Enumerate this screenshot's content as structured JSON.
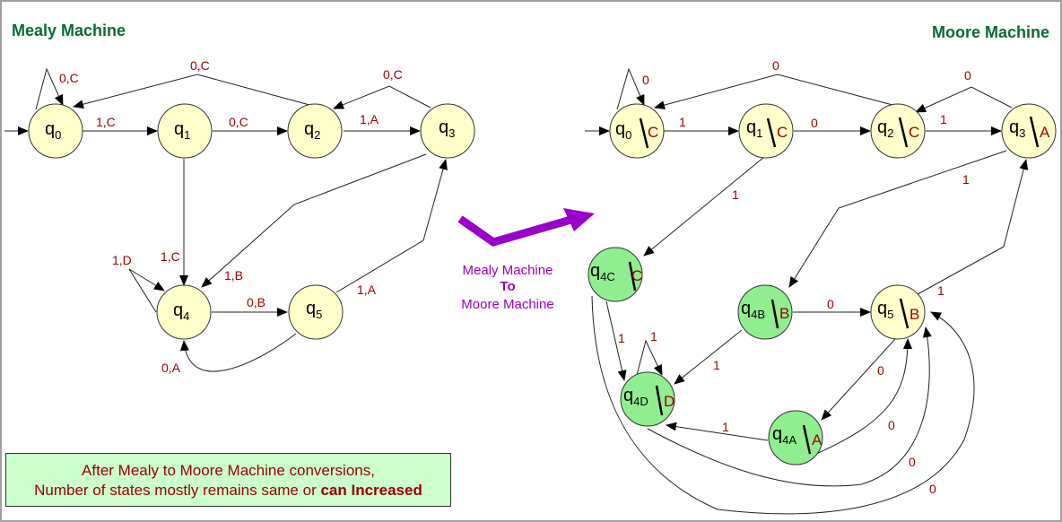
{
  "titles": {
    "mealy": "Mealy Machine",
    "moore": "Moore Machine"
  },
  "colors": {
    "title": "#0b6a33",
    "label": "#a00000",
    "state_fill": "#ffffcc",
    "new_state_fill": "#90ee90",
    "arrow": "#9900cc",
    "note_bg": "#ccffcc",
    "note_text": "#990000"
  },
  "mealy": {
    "states": [
      "q0",
      "q1",
      "q2",
      "q3",
      "q4",
      "q5"
    ],
    "initial": "q0",
    "transitions": [
      {
        "from": "q0",
        "to": "q0",
        "label": "0,C"
      },
      {
        "from": "q0",
        "to": "q1",
        "label": "1,C"
      },
      {
        "from": "q1",
        "to": "q2",
        "label": "0,C"
      },
      {
        "from": "q1",
        "to": "q4",
        "label": "1,C"
      },
      {
        "from": "q2",
        "to": "q0",
        "label": "0,C"
      },
      {
        "from": "q2",
        "to": "q3",
        "label": "1,A"
      },
      {
        "from": "q3",
        "to": "q2",
        "label": "0,C"
      },
      {
        "from": "q3",
        "to": "q4",
        "label": "1,B"
      },
      {
        "from": "q4",
        "to": "q4",
        "label": "1,D"
      },
      {
        "from": "q4",
        "to": "q5",
        "label": "0,B"
      },
      {
        "from": "q5",
        "to": "q4",
        "label": "0,A"
      },
      {
        "from": "q5",
        "to": "q3",
        "label": "1,A"
      }
    ]
  },
  "moore": {
    "states": [
      {
        "name": "q0",
        "output": "C",
        "new": false
      },
      {
        "name": "q1",
        "output": "C",
        "new": false
      },
      {
        "name": "q2",
        "output": "C",
        "new": false
      },
      {
        "name": "q3",
        "output": "A",
        "new": false
      },
      {
        "name": "q4C",
        "output": "C",
        "new": true
      },
      {
        "name": "q4B",
        "output": "B",
        "new": true
      },
      {
        "name": "q5",
        "output": "B",
        "new": false
      },
      {
        "name": "q4D",
        "output": "D",
        "new": true
      },
      {
        "name": "q4A",
        "output": "A",
        "new": true
      }
    ],
    "initial": "q0",
    "transitions": [
      {
        "from": "q0",
        "to": "q0",
        "label": "0"
      },
      {
        "from": "q0",
        "to": "q1",
        "label": "1"
      },
      {
        "from": "q1",
        "to": "q2",
        "label": "0"
      },
      {
        "from": "q1",
        "to": "q4C",
        "label": "1"
      },
      {
        "from": "q2",
        "to": "q0",
        "label": "0"
      },
      {
        "from": "q2",
        "to": "q3",
        "label": "1"
      },
      {
        "from": "q3",
        "to": "q2",
        "label": "0"
      },
      {
        "from": "q3",
        "to": "q4B",
        "label": "1"
      },
      {
        "from": "q4C",
        "to": "q4D",
        "label": "1"
      },
      {
        "from": "q4D",
        "to": "q4D",
        "label": "1"
      },
      {
        "from": "q4B",
        "to": "q4D",
        "label": "1"
      },
      {
        "from": "q4B",
        "to": "q5",
        "label": "0"
      },
      {
        "from": "q5",
        "to": "q3",
        "label": "1"
      },
      {
        "from": "q5",
        "to": "q4A",
        "label": "0"
      },
      {
        "from": "q4A",
        "to": "q4D",
        "label": "1"
      },
      {
        "from": "q4A",
        "to": "q5",
        "label": "0"
      },
      {
        "from": "q4D",
        "to": "q5",
        "label": "0"
      },
      {
        "from": "q4C",
        "to": "q5",
        "label": "0"
      }
    ]
  },
  "conversion": {
    "line1": "Mealy Machine",
    "line2": "To",
    "line3": "Moore Machine"
  },
  "note": {
    "line1": "After Mealy to Moore Machine conversions,",
    "line2_prefix": "Number of states mostly remains same or ",
    "line2_bold": "can Increased"
  }
}
